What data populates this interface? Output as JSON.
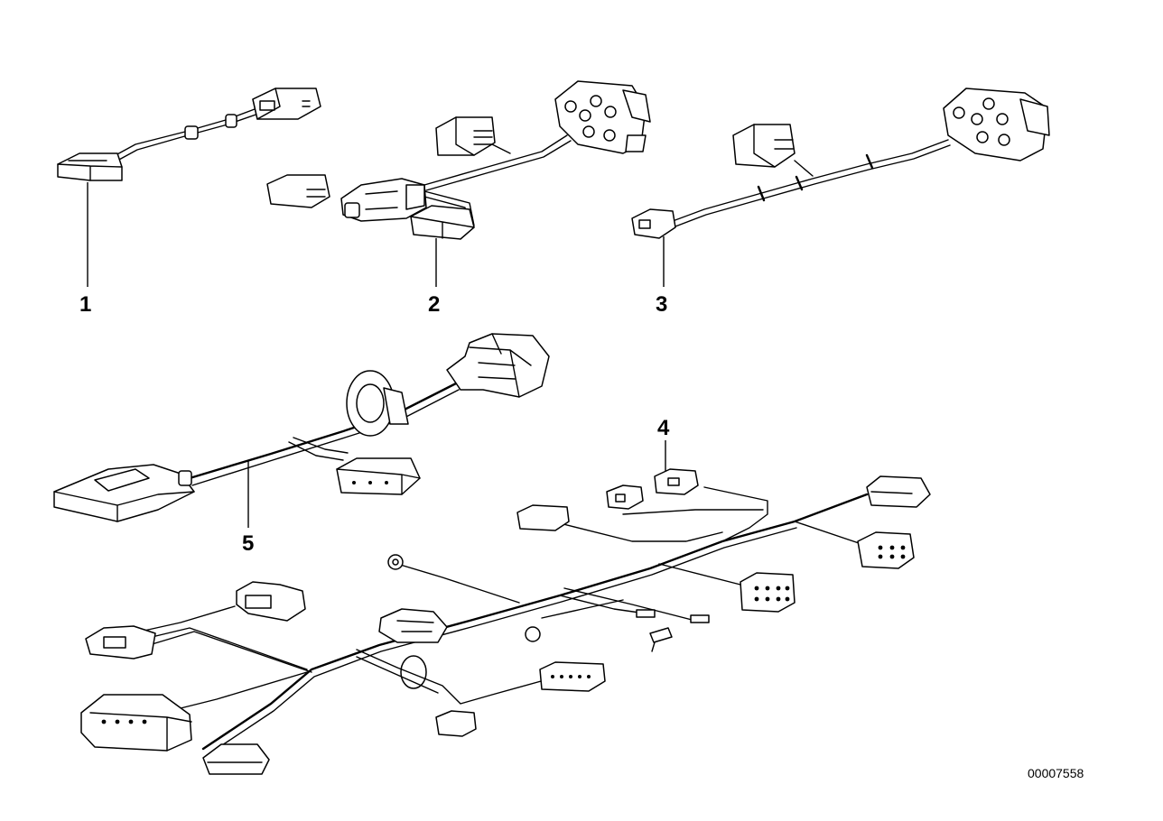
{
  "parts": [
    {
      "id": "part-1",
      "number": "1"
    },
    {
      "id": "part-2",
      "number": "2"
    },
    {
      "id": "part-3",
      "number": "3"
    },
    {
      "id": "part-4",
      "number": "4"
    },
    {
      "id": "part-5",
      "number": "5"
    }
  ],
  "diagram_ref": "00007558",
  "colors": {
    "line": "#000000",
    "background": "#ffffff"
  }
}
